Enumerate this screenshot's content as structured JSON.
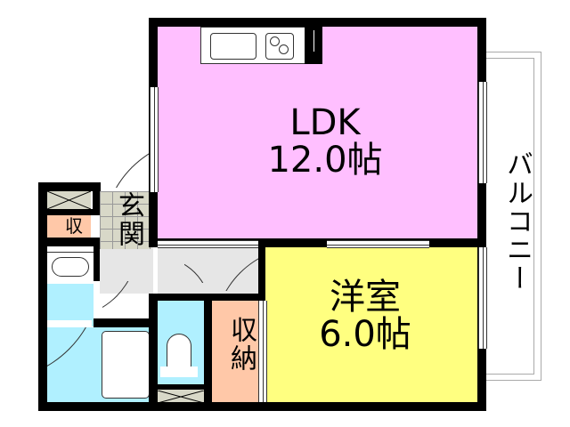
{
  "floorplan": {
    "colors": {
      "ldk": "#ffbfff",
      "western_room": "#ffff80",
      "wet_area": "#b0f0ff",
      "storage": "#ffc8a8",
      "hallway": "#e6e6e6",
      "entrance_tile": "#d8d8c8",
      "wall": "#000000",
      "balcony": "#ffffff"
    },
    "rooms": {
      "ldk": {
        "name": "LDK",
        "size": "12.0帖"
      },
      "western_room": {
        "name": "洋室",
        "size": "6.0帖"
      },
      "entrance": {
        "name": "玄関"
      },
      "small_storage": {
        "name": "収"
      },
      "storage": {
        "name": "収納"
      },
      "balcony": {
        "name": "バルコニー"
      }
    }
  }
}
